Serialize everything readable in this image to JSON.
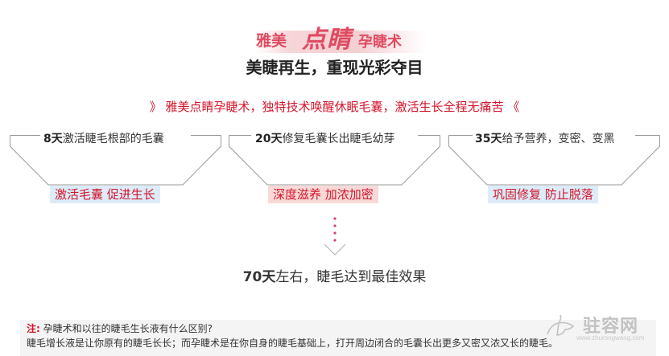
{
  "header": {
    "title_left": "雅美",
    "title_mid": "点睛",
    "title_right": "孕睫术",
    "subtitle": "美睫再生，重现光彩夺目"
  },
  "slogan": {
    "left_chevron": "》",
    "text": "雅美点睛孕睫术，独特技术唤醒休眠毛囊，激活生长全程无痛苦",
    "right_chevron": "《"
  },
  "stages": [
    {
      "day": "8天",
      "desc": "激活睫毛根部的毛囊",
      "tag": "激活毛囊 促进生长"
    },
    {
      "day": "20天",
      "desc": "修复毛囊长出睫毛幼芽",
      "tag": "深度滋养 加浓加密"
    },
    {
      "day": "35天",
      "desc": "给予营养，变密、变黑",
      "tag": "巩固修复 防止脱落"
    }
  ],
  "result": {
    "day": "70天",
    "text": "左右，睫毛达到最佳效果"
  },
  "note": {
    "prefix": "注:",
    "question": "孕睫术和以往的睫毛生长液有什么区别?",
    "answer": "睫毛增长液是让你原有的睫毛长长；而孕睫术是在你自身的睫毛基础上，打开周边闭合的毛囊长出更多又密又浓又长的睫毛。"
  },
  "watermark": {
    "text": "驻容网",
    "url": "www.zhurongwang.com"
  },
  "colors": {
    "accent_red": "#d4152b",
    "title_pink": "#e04b61",
    "tag_blue": "#dcecf9",
    "tag_pink": "#f9d9d7"
  }
}
